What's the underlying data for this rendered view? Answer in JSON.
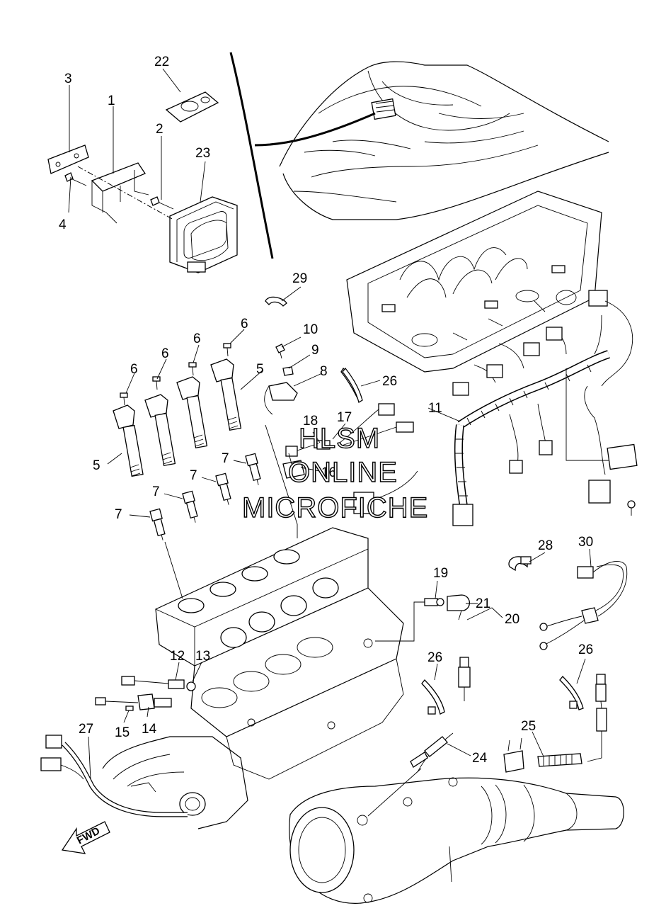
{
  "callouts": [
    {
      "id": "c1",
      "text": "1"
    },
    {
      "id": "c2",
      "text": "2"
    },
    {
      "id": "c3",
      "text": "3"
    },
    {
      "id": "c4",
      "text": "4"
    },
    {
      "id": "c5a",
      "text": "5"
    },
    {
      "id": "c5b",
      "text": "5"
    },
    {
      "id": "c6a",
      "text": "6"
    },
    {
      "id": "c6b",
      "text": "6"
    },
    {
      "id": "c6c",
      "text": "6"
    },
    {
      "id": "c6d",
      "text": "6"
    },
    {
      "id": "c7a",
      "text": "7"
    },
    {
      "id": "c7b",
      "text": "7"
    },
    {
      "id": "c7c",
      "text": "7"
    },
    {
      "id": "c7d",
      "text": "7"
    },
    {
      "id": "c8",
      "text": "8"
    },
    {
      "id": "c9",
      "text": "9"
    },
    {
      "id": "c10",
      "text": "10"
    },
    {
      "id": "c11",
      "text": "11"
    },
    {
      "id": "c12",
      "text": "12"
    },
    {
      "id": "c13",
      "text": "13"
    },
    {
      "id": "c14",
      "text": "14"
    },
    {
      "id": "c15",
      "text": "15"
    },
    {
      "id": "c16",
      "text": "16"
    },
    {
      "id": "c17",
      "text": "17"
    },
    {
      "id": "c18",
      "text": "18"
    },
    {
      "id": "c19",
      "text": "19"
    },
    {
      "id": "c20",
      "text": "20"
    },
    {
      "id": "c21",
      "text": "21"
    },
    {
      "id": "c22",
      "text": "22"
    },
    {
      "id": "c23",
      "text": "23"
    },
    {
      "id": "c24",
      "text": "24"
    },
    {
      "id": "c25",
      "text": "25"
    },
    {
      "id": "c26a",
      "text": "26"
    },
    {
      "id": "c26b",
      "text": "26"
    },
    {
      "id": "c26c",
      "text": "26"
    },
    {
      "id": "c27",
      "text": "27"
    },
    {
      "id": "c28",
      "text": "28"
    },
    {
      "id": "c29",
      "text": "29"
    },
    {
      "id": "c30",
      "text": "30"
    }
  ],
  "watermark": {
    "line1": "HLSM",
    "line2": "ONLINE",
    "line3": "MICROFICHE"
  },
  "direction_label": "FWD"
}
